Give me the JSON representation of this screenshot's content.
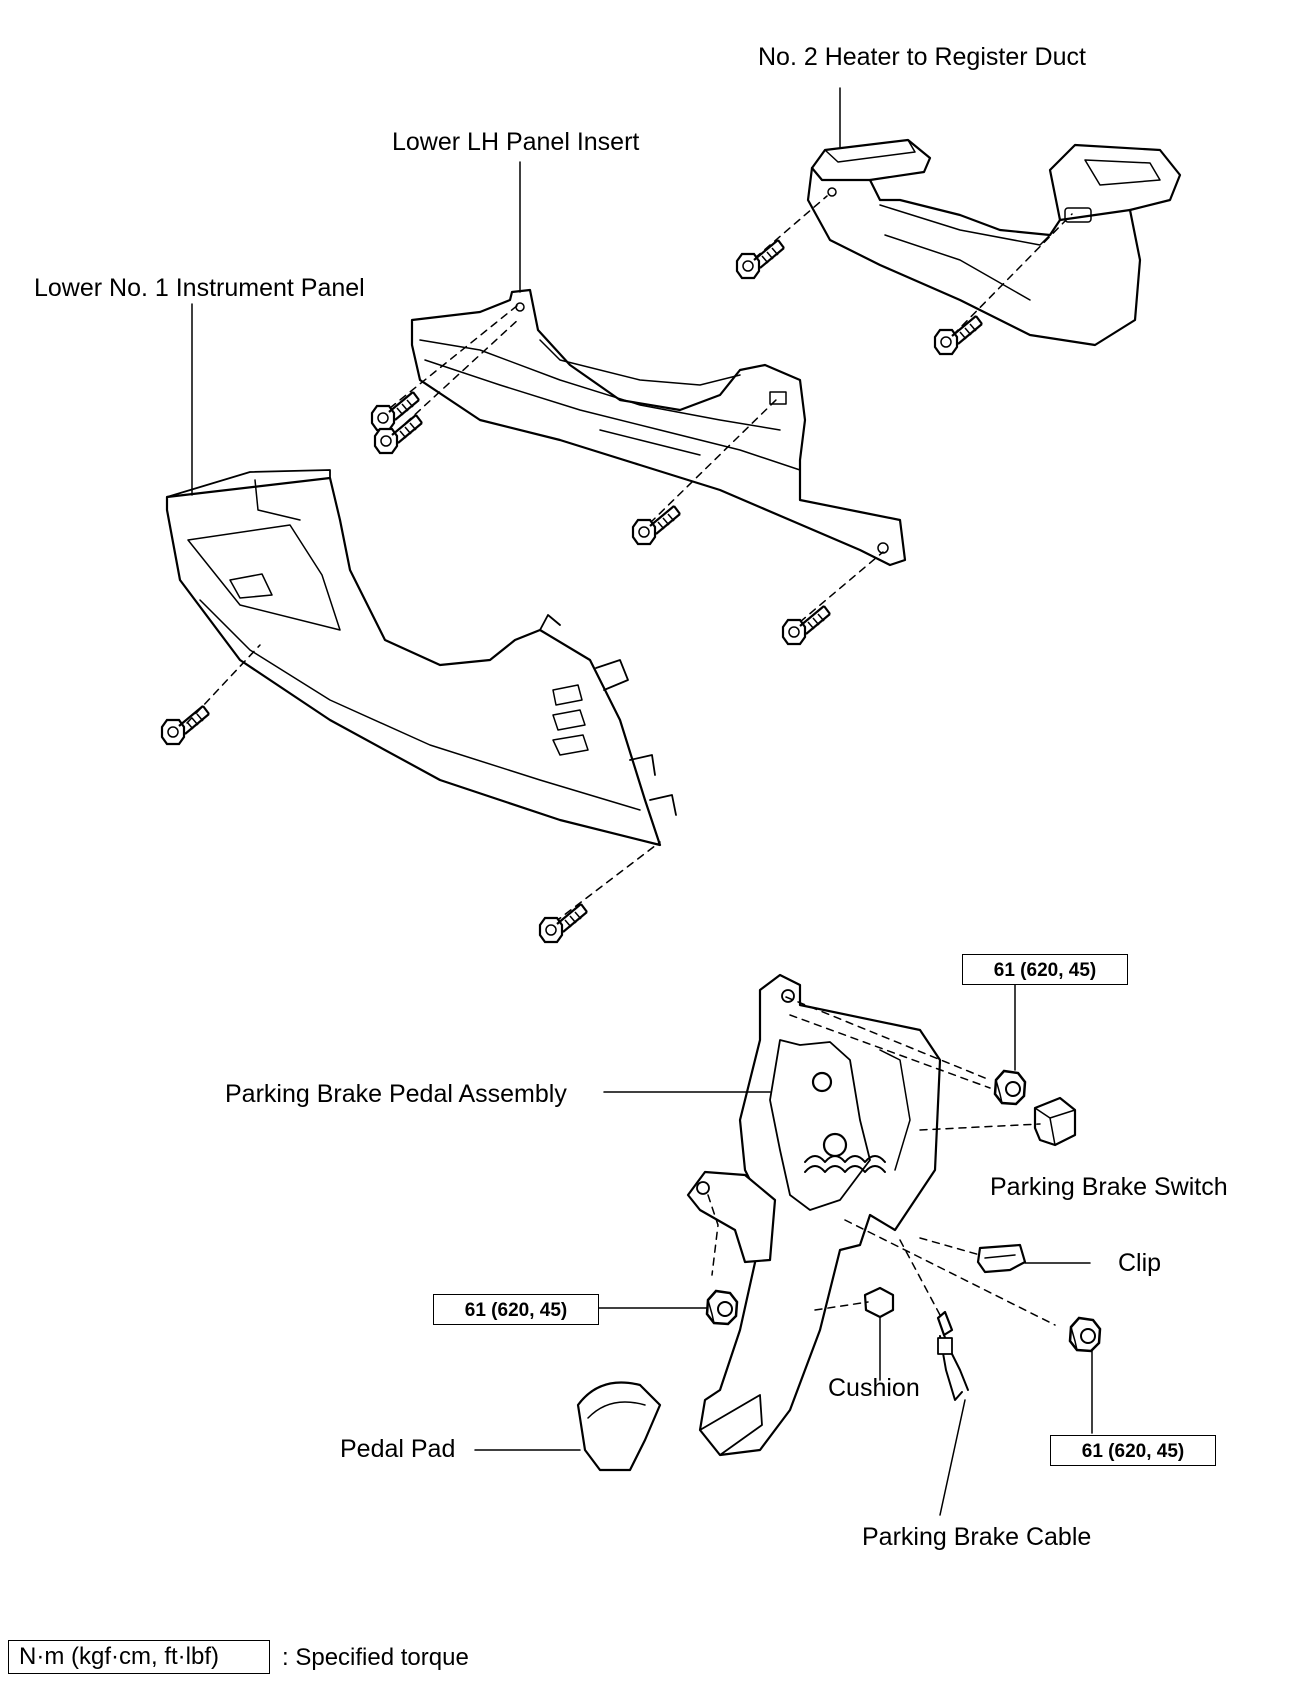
{
  "labels": {
    "heater_duct": "No. 2 Heater to Register Duct",
    "lh_panel_insert": "Lower LH Panel Insert",
    "instrument_panel": "Lower No. 1 Instrument Panel",
    "pedal_assembly": "Parking Brake Pedal Assembly",
    "brake_switch": "Parking Brake Switch",
    "clip": "Clip",
    "cushion": "Cushion",
    "pedal_pad": "Pedal Pad",
    "brake_cable": "Parking Brake Cable"
  },
  "torques": {
    "upper_right": "61 (620, 45)",
    "left": "61 (620, 45)",
    "lower_right": "61 (620, 45)"
  },
  "legend": {
    "unit": "N·m (kgf·cm, ft·lbf)",
    "description": ": Specified torque"
  }
}
